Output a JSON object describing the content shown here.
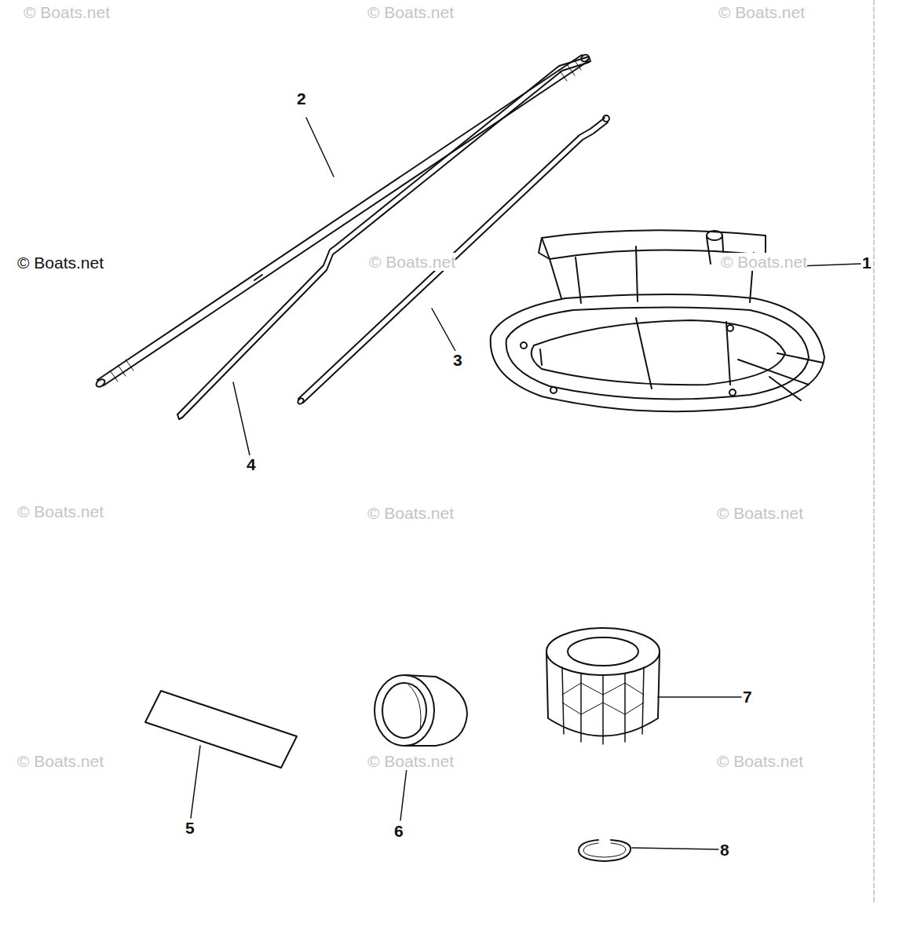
{
  "diagram": {
    "labels": [
      "© Boats.net",
      "© Boats.net",
      "© Boats.net",
      "2",
      "© Boats.net",
      "© Boats.net",
      "© Boats.net",
      "1",
      "3",
      "4",
      "© Boats.net",
      "© Boats.net",
      "© Boats.net",
      "7",
      "© Boats.net",
      "© Boats.net",
      "© Boats.net",
      "5",
      "6",
      "8"
    ]
  }
}
